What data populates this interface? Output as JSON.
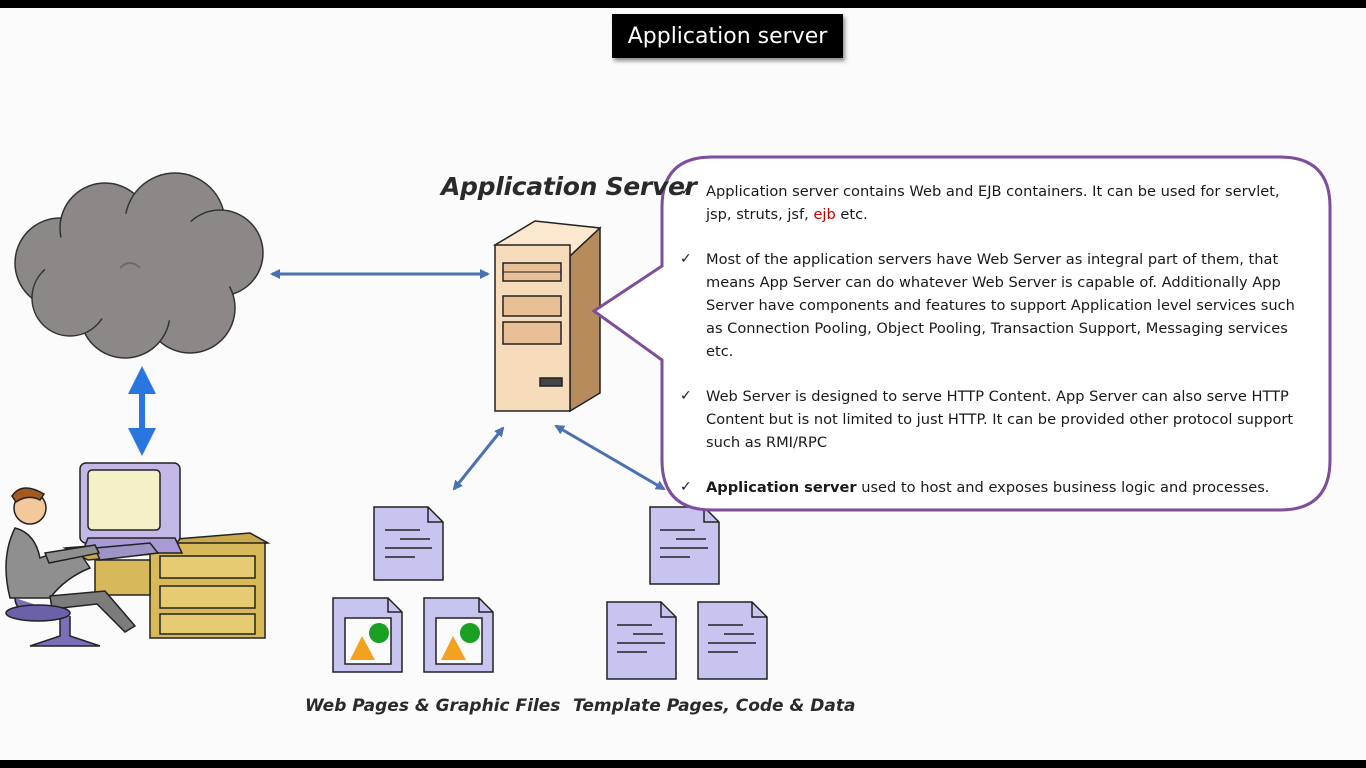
{
  "title": "Application server",
  "diagram": {
    "server_label": "Application Server",
    "left_files_label": "Web Pages & Graphic Files",
    "right_files_label": "Template Pages, Code & Data",
    "icons": [
      "cloud-icon",
      "user-at-computer-icon",
      "server-tower-icon",
      "document-icon",
      "image-file-icon",
      "double-arrow-icon"
    ],
    "colors": {
      "arrow": "#4a72b0",
      "arrow_vertical": "#2a76e0",
      "cloud": "#8c8887",
      "document": "#c8c4f0",
      "callout_border": "#7d4f9a",
      "server": "#f6dcbb",
      "highlight": "#c00000"
    }
  },
  "callout": {
    "bullets": [
      {
        "text_before": "Application server contains Web and EJB containers. It can be used for servlet, jsp, struts, jsf, ",
        "highlight": "ejb",
        "text_after": " etc."
      },
      {
        "text": "Most of the application servers have Web Server as integral part of them, that means App Server can do whatever Web Server is capable of. Additionally App Server have components and features to support Application level services such as Connection Pooling, Object Pooling, Transaction Support, Messaging services etc."
      },
      {
        "text": "Web Server is designed to serve HTTP Content. App Server can also serve HTTP Content but is not limited to just HTTP. It can be provided other protocol support such as RMI/RPC"
      },
      {
        "bold": "Application server",
        "text_after": " used to host and exposes business logic and processes."
      }
    ],
    "check_glyph": "✓"
  }
}
